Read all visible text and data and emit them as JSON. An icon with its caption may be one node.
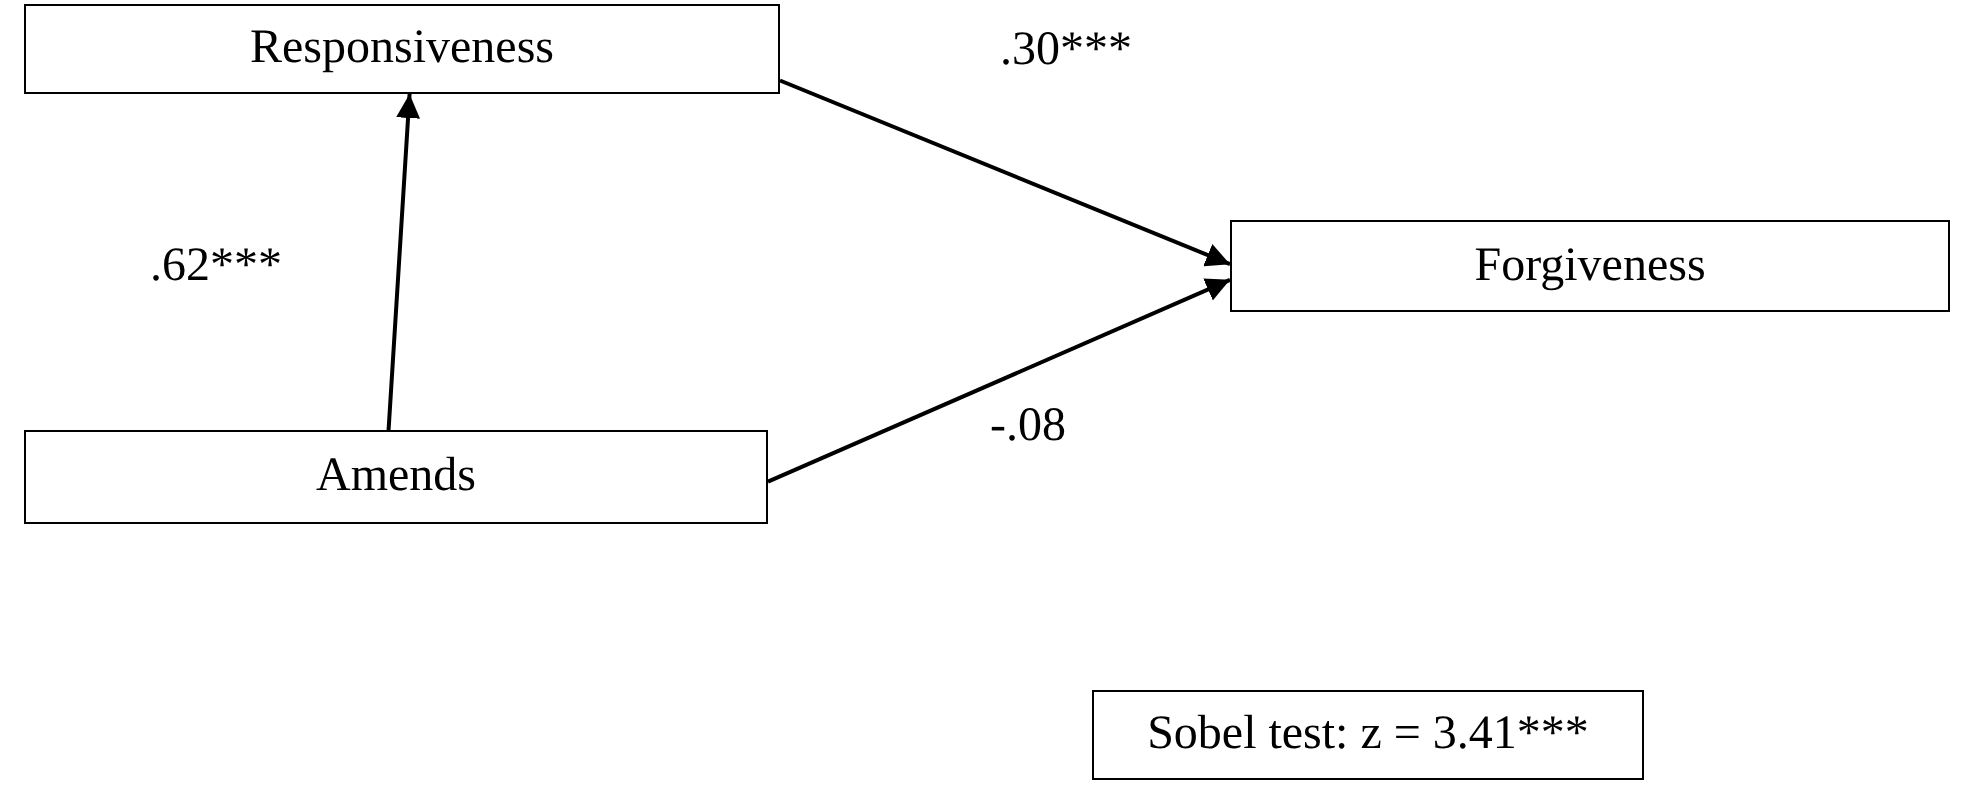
{
  "diagram": {
    "nodes": [
      {
        "text": [
          "Responsiveness"
        ]
      },
      {
        "text": [
          "Forgiveness"
        ]
      },
      {
        "text": [
          "Amends"
        ]
      },
      {
        "text": [
          "Sobel test: z = 3.41***"
        ]
      }
    ],
    "edges": [
      {
        "from": 0,
        "to": 1,
        "arrow": "to",
        "label": ".30***"
      },
      {
        "from": 2,
        "to": 1,
        "arrow": "to",
        "label": "-.08"
      },
      {
        "from": 2,
        "to": 0,
        "arrow": "to",
        "label": ".62***"
      }
    ]
  }
}
